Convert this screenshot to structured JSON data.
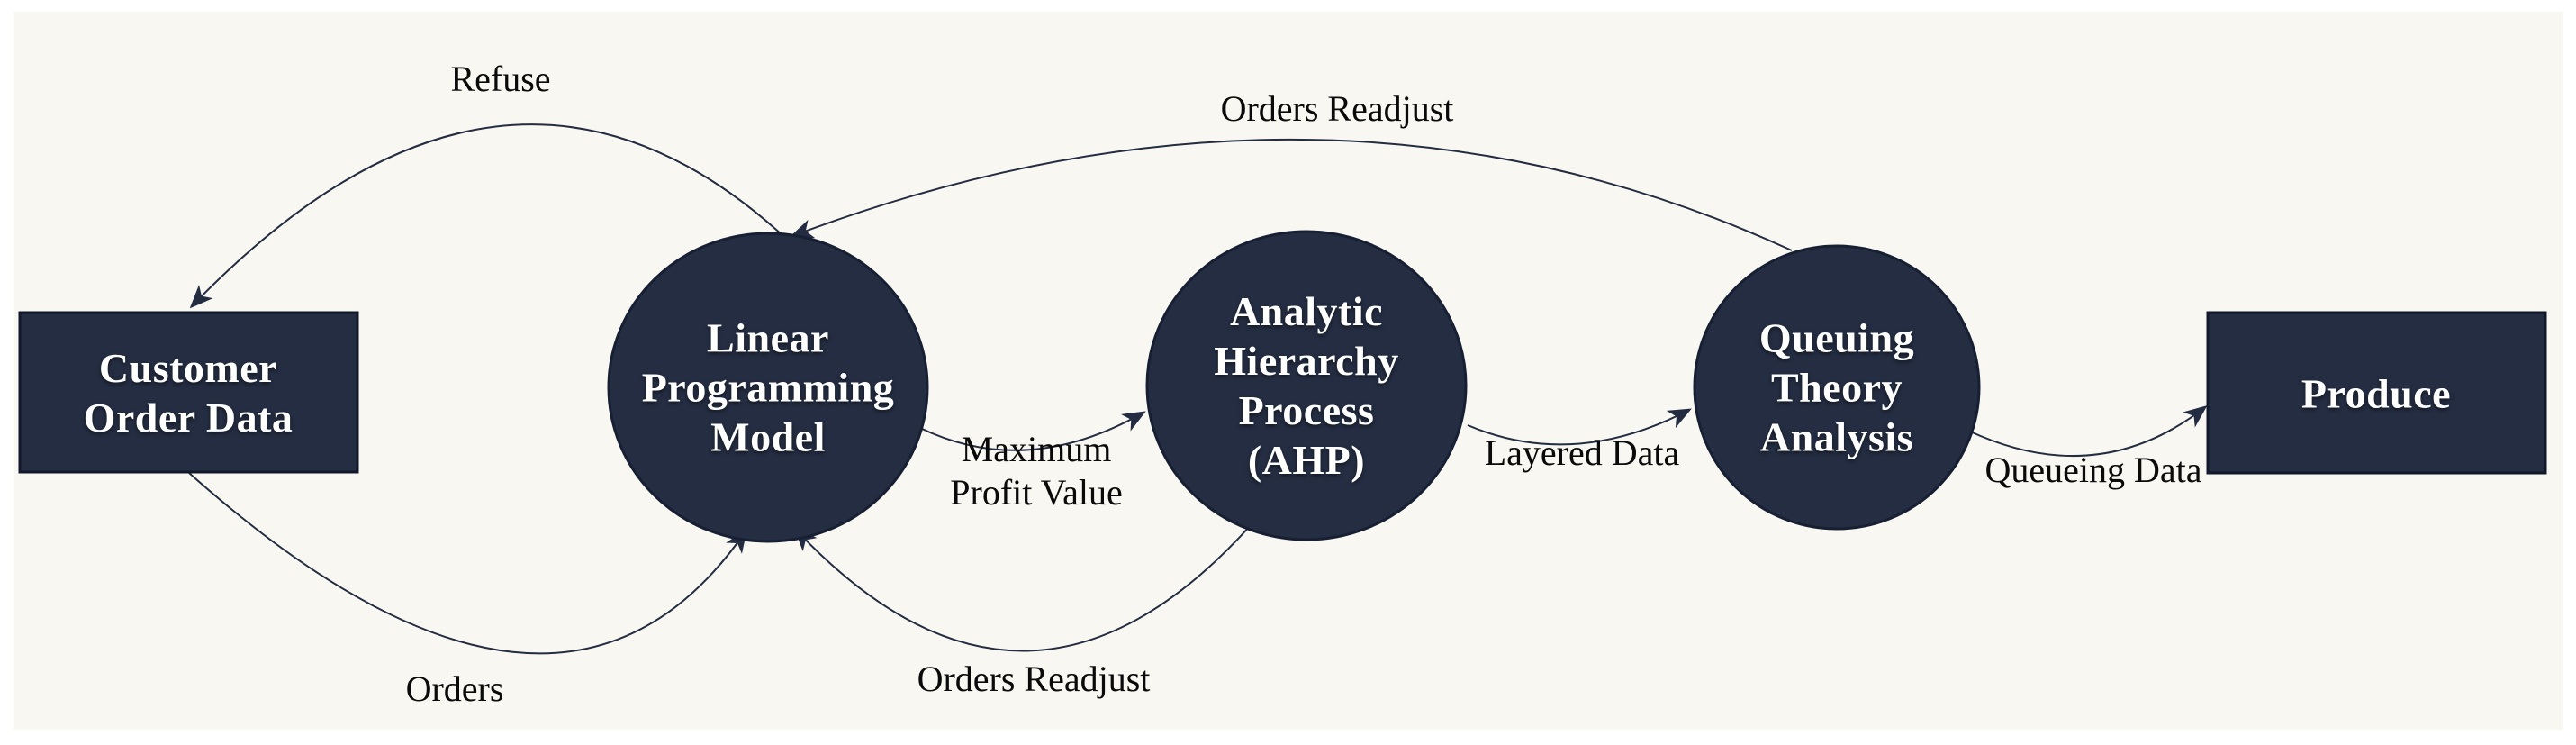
{
  "figure": {
    "type": "flow-diagram",
    "background_color": "#ffffff",
    "panel_color": "#f8f7f1",
    "node_fill_color": "#242d42",
    "node_border_color": "#11182a",
    "node_text_color": "#ffffff",
    "edge_line_color": "#232c40",
    "edge_label_color": "#0a0a0a"
  },
  "nodes": [
    {
      "name": "customer-order-data",
      "shape": "rectangle",
      "label": "Customer Order Data",
      "lines": [
        "Customer",
        "Order Data"
      ]
    },
    {
      "name": "linear-programming-model",
      "shape": "circle",
      "label": "Linear Programming Model",
      "lines": [
        "Linear",
        "Programming",
        "Model"
      ]
    },
    {
      "name": "analytic-hierarchy-process",
      "shape": "circle",
      "label": "Analytic Hierarchy Process (AHP)",
      "lines": [
        "Analytic",
        "Hierarchy",
        "Process",
        "(AHP)"
      ]
    },
    {
      "name": "queuing-theory-analysis",
      "shape": "circle",
      "label": "Queuing Theory Analysis",
      "lines": [
        "Queuing",
        "Theory",
        "Analysis"
      ]
    },
    {
      "name": "produce",
      "shape": "rectangle",
      "label": "Produce",
      "lines": [
        "Produce"
      ]
    }
  ],
  "edges": [
    {
      "from": "linear-programming-model",
      "to": "customer-order-data",
      "label": "Refuse",
      "lines": [
        "Refuse"
      ]
    },
    {
      "from": "customer-order-data",
      "to": "linear-programming-model",
      "label": "Orders",
      "lines": [
        "Orders"
      ]
    },
    {
      "from": "linear-programming-model",
      "to": "analytic-hierarchy-process",
      "label": "Maximum Profit Value",
      "lines": [
        "Maximum",
        "Profit Value"
      ]
    },
    {
      "from": "analytic-hierarchy-process",
      "to": "linear-programming-model",
      "label": "Orders Readjust",
      "lines": [
        "Orders Readjust"
      ]
    },
    {
      "from": "analytic-hierarchy-process",
      "to": "queuing-theory-analysis",
      "label": "Layered Data",
      "lines": [
        "Layered Data"
      ]
    },
    {
      "from": "queuing-theory-analysis",
      "to": "linear-programming-model",
      "label": "Orders Readjust",
      "lines": [
        "Orders Readjust"
      ]
    },
    {
      "from": "queuing-theory-analysis",
      "to": "produce",
      "label": "Queueing Data",
      "lines": [
        "Queueing Data"
      ]
    }
  ]
}
